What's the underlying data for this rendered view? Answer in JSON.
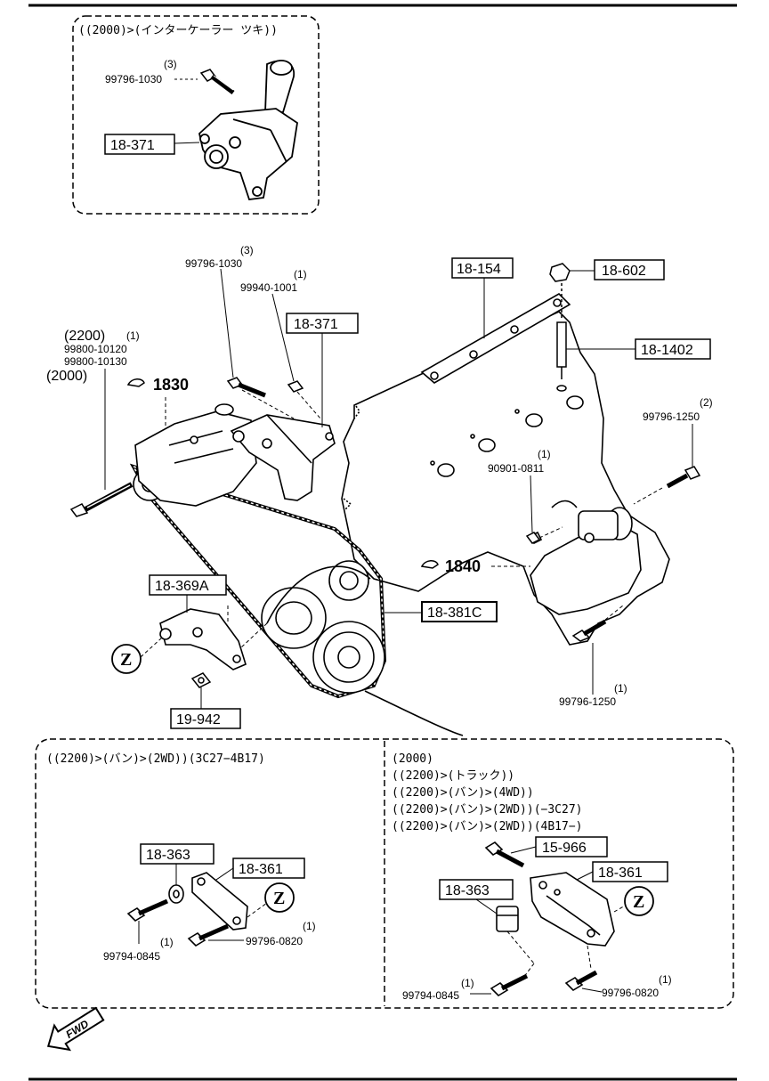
{
  "inset_top": {
    "condition": "((2000)>(インターケーラー ツキ))",
    "bolt": {
      "part": "99796-1030",
      "qty": "(3)"
    },
    "bracket": {
      "ref": "18-371"
    }
  },
  "main": {
    "groups": [
      {
        "ref": "1830",
        "label": "1830"
      },
      {
        "ref": "1840",
        "label": "1840"
      }
    ],
    "boxed_refs": {
      "r_18_154": "18-154",
      "r_18_602": "18-602",
      "r_18_371": "18-371",
      "r_18_1402": "18-1402",
      "r_18_369A": "18-369A",
      "r_18_381C": "18-381C",
      "r_19_942": "19-942"
    },
    "parts": {
      "p1_qty": "(3)",
      "p1": "99796-1030",
      "p2_qty": "(1)",
      "p2": "99940-1001",
      "p3_cond1": "(2200)",
      "p3_qty": "(1)",
      "p3a": "99800-10120",
      "p3b": "99800-10130",
      "p3_cond2": "(2000)",
      "p4_qty": "(2)",
      "p4": "99796-1250",
      "p5_qty": "(1)",
      "p5": "90901-0811",
      "p6_qty": "(1)",
      "p6": "99796-1250"
    },
    "marker": "Z"
  },
  "inset_left": {
    "condition": "((2200)>(バン)>(2WD))(3C27−4B17)",
    "r_18_363": "18-363",
    "r_18_361": "18-361",
    "bolt_a_qty": "(1)",
    "bolt_a": "99794-0845",
    "bolt_b_qty": "(1)",
    "bolt_b": "99796-0820",
    "marker": "Z"
  },
  "inset_right": {
    "conditions": [
      "(2000)",
      "((2200)>(トラック))",
      "((2200)>(バン)>(4WD))",
      "((2200)>(バン)>(2WD))(−3C27)",
      "((2200)>(バン)>(2WD))(4B17−)"
    ],
    "r_15_966": "15-966",
    "r_18_361": "18-361",
    "r_18_363": "18-363",
    "bolt_a_qty": "(1)",
    "bolt_a": "99794-0845",
    "bolt_b_qty": "(1)",
    "bolt_b": "99796-0820",
    "marker": "Z"
  },
  "footer": {
    "fwd": "FWD"
  }
}
